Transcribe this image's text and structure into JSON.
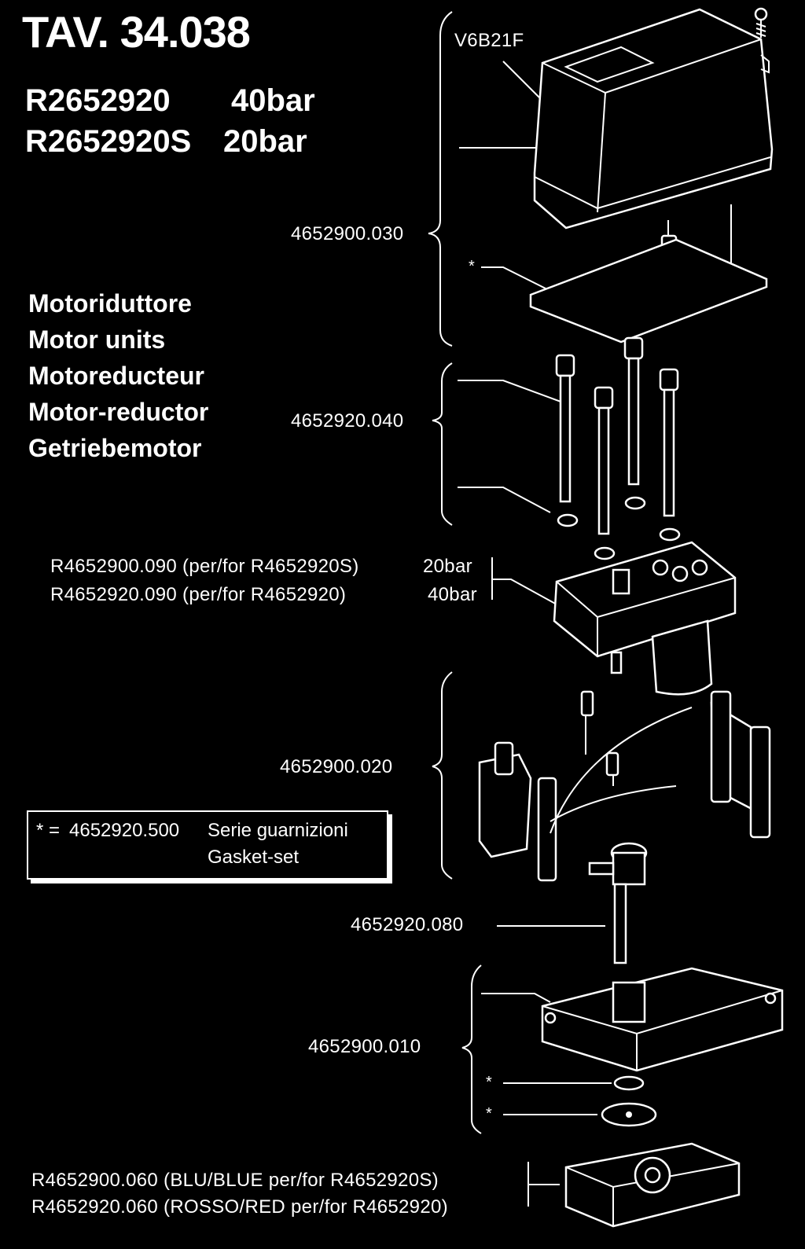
{
  "header": {
    "table_number": "TAV. 34.038",
    "models": [
      {
        "code": "R2652920",
        "pressure": "40bar"
      },
      {
        "code": "R2652920S",
        "pressure": "20bar"
      }
    ]
  },
  "descriptions": [
    "Motoriduttore",
    "Motor units",
    "Motoreducteur",
    "Motor-reductor",
    "Getriebemotor"
  ],
  "parts": {
    "screw": "V6B21F",
    "cover": "4652900.030",
    "gasket_marker": "*",
    "bolts": "4652920.040",
    "gearbox_20": {
      "code": "R4652900.090 (per/for R4652920S)",
      "pressure": "20bar"
    },
    "gearbox_40": {
      "code": "R4652920.090 (per/for R4652920)",
      "pressure": "40bar"
    },
    "coils": "4652900.020",
    "shaft": "4652920.080",
    "base": "4652900.010",
    "marker_a": "*",
    "marker_b": "*",
    "plate_blue": "R4652900.060 (BLU/BLUE per/for R4652920S)",
    "plate_red": "R4652920.060 (ROSSO/RED per/for R4652920)"
  },
  "note": {
    "marker": "* =",
    "code": "4652920.500",
    "line1": "Serie guarnizioni",
    "line2": "Gasket-set"
  }
}
